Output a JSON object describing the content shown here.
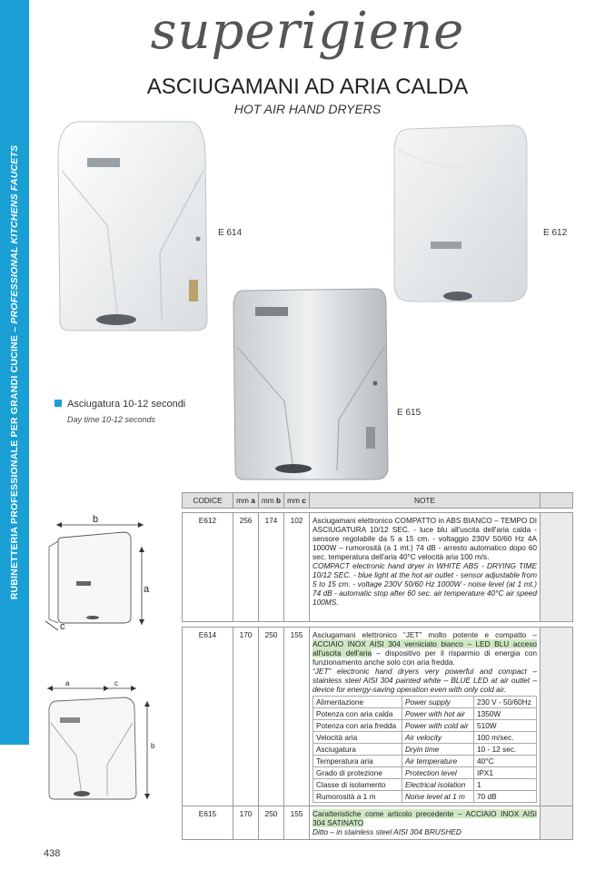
{
  "sidebar": {
    "text": "RUBINETTERIA PROFESSIONALE PER GRANDI CUCINE",
    "sep": " – ",
    "text_en": "PROFESSIONAL KITCHENS FAUCETS"
  },
  "header": {
    "brand": "superigiene",
    "title": "ASCIUGAMANI AD ARIA CALDA",
    "subtitle": "HOT AIR HAND DRYERS"
  },
  "products": {
    "e614": {
      "label": "E 614"
    },
    "e612": {
      "label": "E 612"
    },
    "e615": {
      "label": "E 615"
    }
  },
  "feature": {
    "text": "Asciugatura 10-12 secondi",
    "text_en": "Day time 10-12 seconds"
  },
  "diagram1": {
    "b": "b",
    "a": "a",
    "c": "c"
  },
  "diagram2": {
    "a": "a",
    "c": "c",
    "b": "b"
  },
  "table": {
    "headers": {
      "code": "CODICE",
      "mm": "mm",
      "a": "a",
      "b": "b",
      "c": "c",
      "note": "NOTE"
    },
    "rows": {
      "e612": {
        "code": "E612",
        "a": "256",
        "b": "174",
        "c": "102",
        "it": "Asciugamani elettronico COMPATTO in ABS BIANCO – TEMPO DI ASCIUGATURA 10/12 SEC. - luce blu all'uscita dell'aria calda - sensore regolabile da 5 a 15 cm. - voltaggio 230V 50/60 Hz 4A 1000W – rumorosità (a 1 mt.) 74 dB - arresto automatico dopo 60 sec. temperatura dell'aria 40°C velocità aria 100 m/s.",
        "en": "COMPACT electronic hand dryer in WHITE ABS - DRYING TIME 10/12 SEC. - blue light at the hot air outlet - sensor adjustable from 5 to 15 cm. - voltage 230V 50/60 Hz 1000W - noise level (at 1 mt.) 74 dB - automatic stop after 60 sec. air temperature 40°C air speed 100MS."
      },
      "e614": {
        "code": "E614",
        "a": "170",
        "b": "250",
        "c": "155",
        "it_pre": "Asciugamani elettronico “JET” molto potente e compatto – ",
        "it_hl": "ACCIAIO INOX AISI 304 verniciato bianco – LED BLU acceso all'uscita dell'aria",
        "it_post": " – dispositivo per il risparmio di energia con funzionamento anche solo con aria fredda.",
        "en": "“JET” electronic hand dryers very powerful and compact – stainless steel AISI 304 painted white – BLUE LED at air outlet – device for energy-saving operation even with only cold air.",
        "specs": [
          {
            "it": "Alimentazione",
            "en": "Power supply",
            "val": "230 V - 50/60Hz"
          },
          {
            "it": "Potenza con aria calda",
            "en": "Power with hot air",
            "val": "1350W"
          },
          {
            "it": "Potenza con aria fredda",
            "en": "Power with cold air",
            "val": "510W"
          },
          {
            "it": "Velocità aria",
            "en": "Air velocity",
            "val": "100 m/sec."
          },
          {
            "it": "Asciugatura",
            "en": "Dryin time",
            "val": "10 - 12 sec."
          },
          {
            "it": "Temperatura aria",
            "en": "Air temperature",
            "val": "40°C"
          },
          {
            "it": "Grado di protezione",
            "en": "Protection level",
            "val": "IPX1"
          },
          {
            "it": "Classe di isolamento",
            "en": "Electrical isolation",
            "val": "1"
          },
          {
            "it": "Rumorosità a 1 m",
            "en": "Noise level at 1 m",
            "val": "70 dB"
          }
        ]
      },
      "e615": {
        "code": "E615",
        "a": "170",
        "b": "250",
        "c": "155",
        "it_pre": "Caratteristiche come articolo precedente – ",
        "it_hl": "ACCIAIO INOX AISI 304 SATINATO",
        "en": "Ditto – in stainless steel AISI 304 BRUSHED"
      }
    }
  },
  "page_number": "438",
  "colors": {
    "accent": "#1a9fd4",
    "highlight": "#cfe8c4"
  }
}
